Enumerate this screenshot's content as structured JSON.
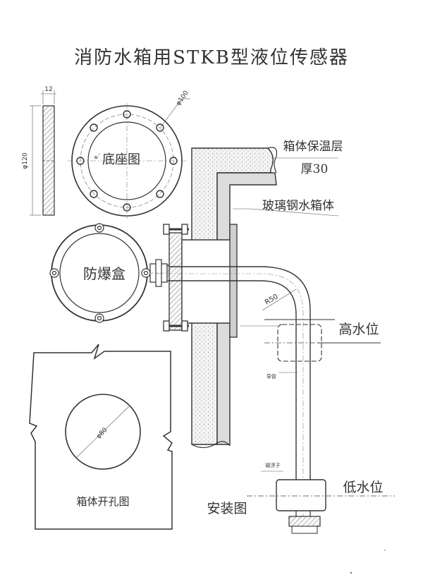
{
  "title": "消防水箱用STKB型液位传感器",
  "base_view": {
    "label": "底座图",
    "dim_outer": "φ100",
    "dim_height": "φ120",
    "dim_thickness": "12",
    "dim_inner_small": "φ..."
  },
  "explosion_box": {
    "label": "防爆盒"
  },
  "tank_hole_view": {
    "label": "箱体开孔图",
    "dim_hole": "φ80"
  },
  "install_view": {
    "label": "安装图",
    "insulation_label": "箱体保温层",
    "insulation_thickness": "厚30",
    "frp_tank_label": "玻璃钢水箱体",
    "bend_radius": "R50",
    "high_level": "高水位",
    "low_level": "低水位",
    "guide_tube": "导管",
    "float": "磁浮子"
  }
}
